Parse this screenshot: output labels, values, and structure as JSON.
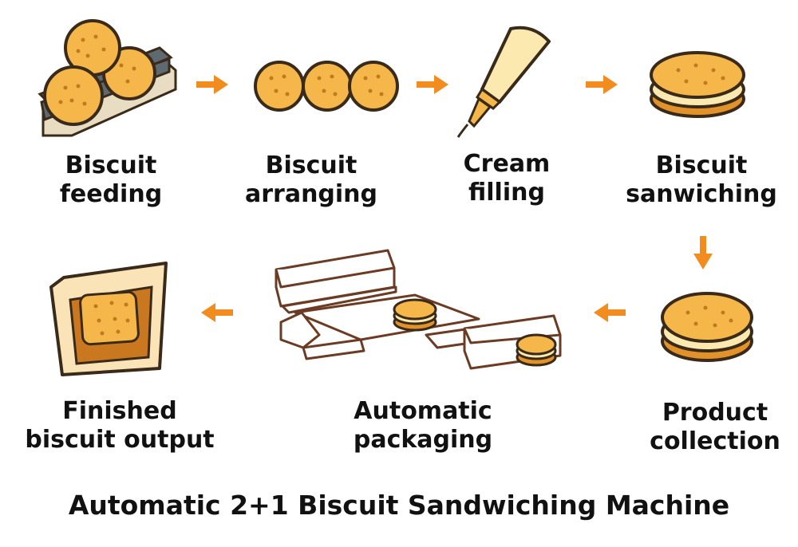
{
  "title": "Automatic 2+1 Biscuit Sandwiching Machine",
  "steps": [
    {
      "line1": "Biscuit",
      "line2": "feeding",
      "icon": "conveyor-biscuits-icon"
    },
    {
      "line1": "Biscuit",
      "line2": "arranging",
      "icon": "arranged-biscuits-icon"
    },
    {
      "line1": "Cream",
      "line2": "filling",
      "icon": "piping-bag-icon"
    },
    {
      "line1": "Biscuit",
      "line2": "sanwiching",
      "icon": "sandwich-biscuit-icon"
    },
    {
      "line1": "Product",
      "line2": "collection",
      "icon": "stacked-sandwich-icon"
    },
    {
      "line1": "Automatic",
      "line2": "packaging",
      "icon": "packaging-machine-icon"
    },
    {
      "line1": "Finished",
      "line2": "biscuit output",
      "icon": "packaged-biscuit-icon"
    }
  ],
  "colors": {
    "arrow": "#f28c1e",
    "biscuit": "#f5b64a",
    "biscuit_dark": "#e2922a",
    "outline": "#3a2a1a",
    "cream": "#fbe9b0",
    "belt": "#5f6a70",
    "machine_outline": "#6b3b24"
  }
}
